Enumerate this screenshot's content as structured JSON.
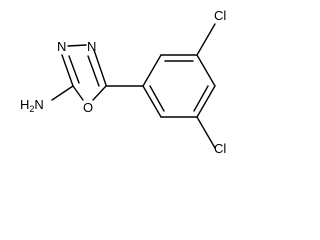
{
  "structure": {
    "substituent_left": "H",
    "substituent_left_subscript": "2",
    "substituent_left_atom": "N",
    "ring_atom_n1": "N",
    "ring_atom_n2": "N",
    "ring_atom_o": "O",
    "halogen_top": "Cl",
    "halogen_bottom": "Cl"
  },
  "colors": {
    "bond": "#000000",
    "text": "#000000",
    "background": "#ffffff"
  }
}
